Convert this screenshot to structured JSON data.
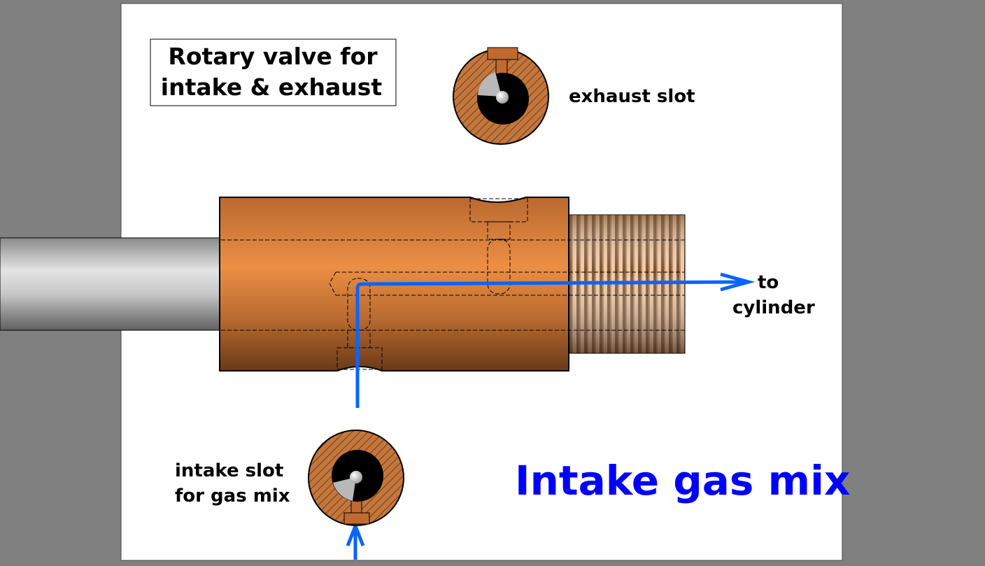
{
  "title": {
    "line1": "Rotary valve for",
    "line2": "intake & exhaust"
  },
  "labels": {
    "exhaust_slot": "exhaust slot",
    "to_cylinder_line1": "to",
    "to_cylinder_line2": "cylinder",
    "intake_slot_line1": "intake slot",
    "intake_slot_line2": "for gas mix",
    "state_caption": "Intake gas mix"
  },
  "colors": {
    "copper": "#c0703a",
    "flow_arrow": "#0a64ff",
    "caption": "#0000ff"
  }
}
